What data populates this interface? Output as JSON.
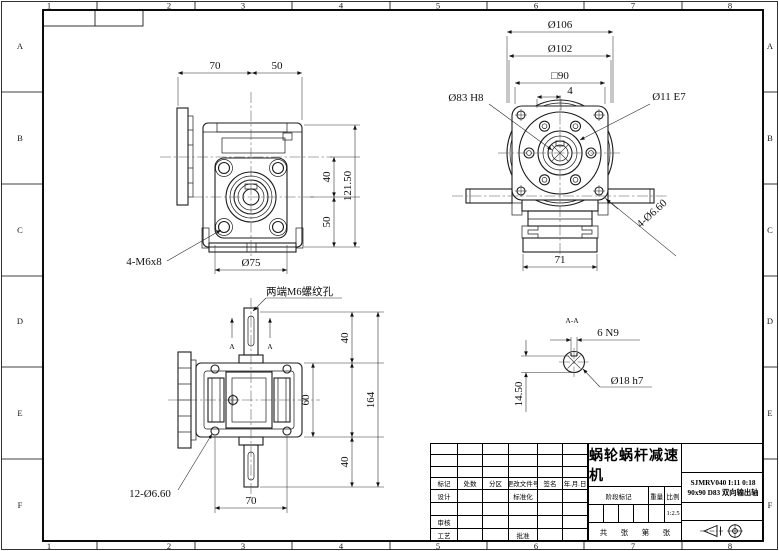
{
  "sheet": {
    "zone_cols": [
      "1",
      "2",
      "3",
      "4",
      "5",
      "6",
      "7",
      "8"
    ],
    "zone_rows": [
      "A",
      "B",
      "C",
      "D",
      "E",
      "F"
    ]
  },
  "front_view": {
    "dim_width_left": "70",
    "dim_width_right": "50",
    "dim_height_upper": "40",
    "dim_height_lower": "50",
    "dim_height_overall": "121.50",
    "dim_flange_dia": "Ø75",
    "label_mount_holes": "4-M6x8"
  },
  "side_view": {
    "dim_outer_dia": "Ø106",
    "dim_flange_dia": "Ø102",
    "dim_square": "□90",
    "dim_offset": "4",
    "label_bore": "Ø83 H8",
    "label_pin_hole": "Ø11 E7",
    "label_corner_holes": "4-Ø6.60",
    "dim_base_width": "71"
  },
  "top_view": {
    "label_thread_holes": "两端M6螺纹孔",
    "dim_shaft_top": "40",
    "dim_body": "60",
    "dim_shaft_bottom": "40",
    "dim_overall": "164",
    "dim_hole_span": "70",
    "label_mount_holes": "12-Ø6.60",
    "section_label": "A"
  },
  "section_view": {
    "title": "A-A",
    "dim_keyway": "6 N9",
    "dim_shaft": "Ø18 h7",
    "dim_depth": "14.50"
  },
  "title_block": {
    "drawing_title": "蜗轮蜗杆减速机",
    "model_line1": "SJMRV040 I:11 0:18",
    "model_line2": "90x90 D83 双向输出轴",
    "rev_headers": [
      "标记",
      "处数",
      "分区",
      "更改文件号",
      "签名",
      "年.月.日"
    ],
    "row_design": "设计",
    "row_standard": "标准化",
    "row_check": "审核",
    "row_process": "工艺",
    "row_approve": "批准",
    "stage_label": "阶段标记",
    "weight_label": "重量",
    "scale_label": "比例",
    "scale_value": "1:2.5",
    "sheet_words": [
      "共",
      "张",
      "第",
      "张"
    ]
  }
}
